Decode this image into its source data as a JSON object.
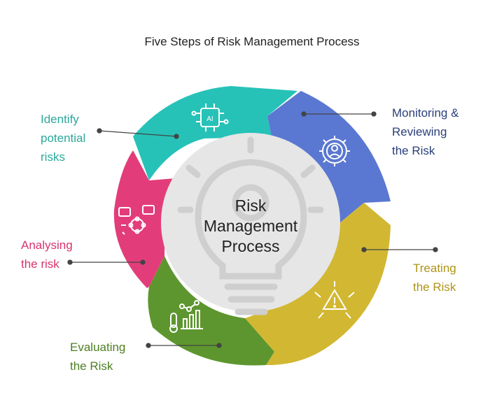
{
  "title": "Five Steps of Risk Management Process",
  "center": {
    "line1": "Risk",
    "line2": "Management",
    "line3": "Process"
  },
  "steps": [
    {
      "id": "identify",
      "lines": [
        "Identify",
        "potential",
        "risks"
      ],
      "color": "#26c2b8",
      "icon": "ai-chip-icon"
    },
    {
      "id": "monitoring",
      "lines": [
        "Monitoring &",
        "Reviewing",
        "the Risk"
      ],
      "color": "#5a78d1",
      "icon": "gear-person-icon"
    },
    {
      "id": "treating",
      "lines": [
        "Treating",
        "the Risk"
      ],
      "color": "#d2b732",
      "icon": "warning-arrows-icon"
    },
    {
      "id": "evaluating",
      "lines": [
        "Evaluating",
        "the Risk"
      ],
      "color": "#5d962f",
      "icon": "chart-thermometer-icon"
    },
    {
      "id": "analysing",
      "lines": [
        "Analysing",
        "the risk"
      ],
      "color": "#e23d7a",
      "icon": "network-analysis-icon"
    }
  ],
  "label_colors": {
    "identify": "#2aa89c",
    "monitoring": "#2a3f7a",
    "treating": "#b09418",
    "evaluating": "#4d7f22",
    "analysing": "#d8336f"
  }
}
